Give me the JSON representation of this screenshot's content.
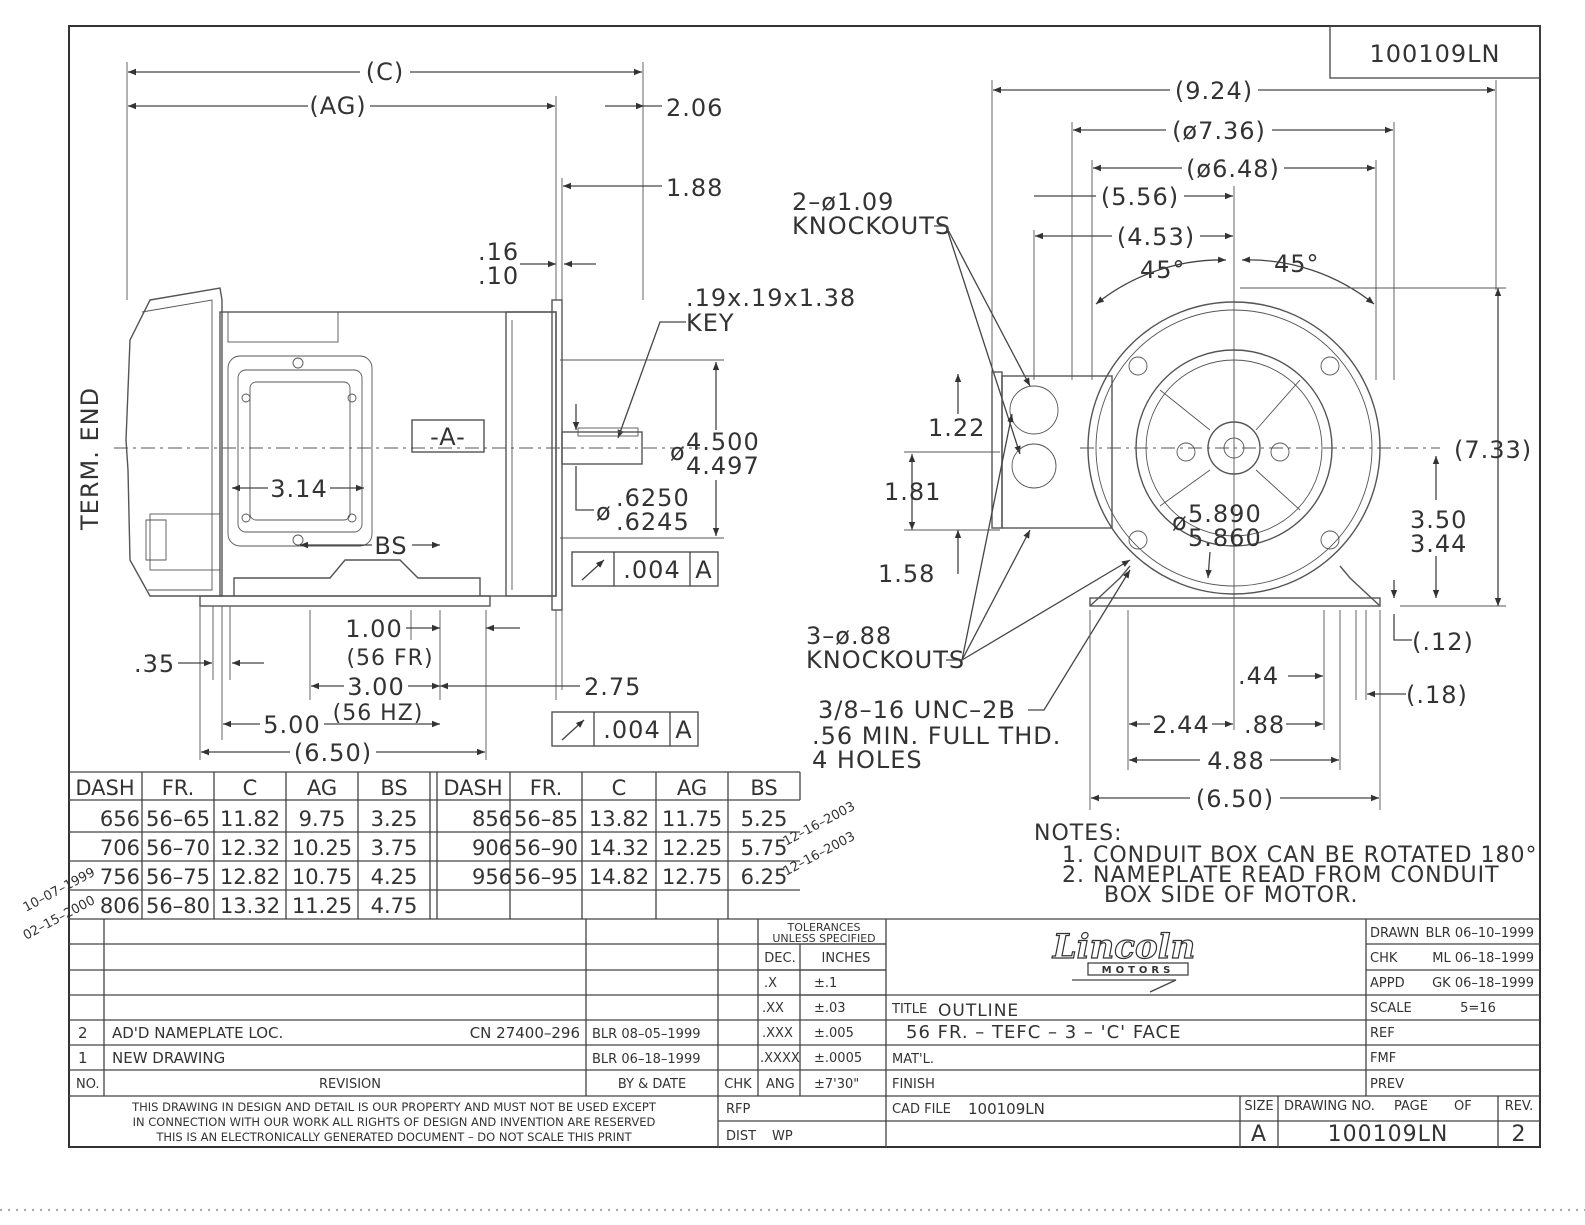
{
  "drawing_number_box": "100109LN",
  "side_view": {
    "dims": {
      "c": "(C)",
      "ag": "(AG)",
      "d206": "2.06",
      "d188": "1.88",
      "d16": ".16",
      "d10": ".10",
      "key1": ".19x.19x1.38",
      "key2": "KEY",
      "term_end": "TERM. END",
      "datum_a": "-A-",
      "d314": "3.14",
      "bs": "BS",
      "dia4500_prefix": "ø",
      "dia4500a": "4.500",
      "dia4500b": "4.497",
      "dia6250_prefix": "ø",
      "dia6250a": ".6250",
      "dia6250b": ".6245",
      "runout": ".004",
      "runout_datum": "A",
      "d100": "1.00",
      "fr56": "(56 FR)",
      "d300": "3.00",
      "hz56": "(56 HZ)",
      "d35": ".35",
      "d500": "5.00",
      "d650": "(6.50)",
      "d275": "2.75",
      "runout2": ".004",
      "runout2_datum": "A"
    }
  },
  "end_view": {
    "dims": {
      "d924": "(9.24)",
      "d736": "(ø7.36)",
      "d648": "(ø6.48)",
      "d556": "(5.56)",
      "d453": "(4.53)",
      "ko1a": "2–ø1.09",
      "ko1b": "KNOCKOUTS",
      "ang1": "45°",
      "ang2": "45°",
      "d122": "1.22",
      "d181": "1.81",
      "d158": "1.58",
      "d733": "(7.33)",
      "dia5890_prefix": "ø",
      "dia5890a": "5.890",
      "dia5860b": "5.860",
      "d350": "3.50",
      "d344": "3.44",
      "ko2a": "3–ø.88",
      "ko2b": "KNOCKOUTS",
      "d12": "(.12)",
      "d44": ".44",
      "d18": "(.18)",
      "thd1": "3/8–16 UNC–2B",
      "thd2": ".56 MIN. FULL THD.",
      "thd3": "4 HOLES",
      "d244": "2.44",
      "d88": ".88",
      "d488": "4.88",
      "d650": "(6.50)"
    }
  },
  "notes": {
    "heading": "NOTES:",
    "items": [
      "1.  CONDUIT BOX CAN BE ROTATED 180°",
      "2.  NAMEPLATE READ FROM CONDUIT",
      "BOX SIDE OF MOTOR."
    ]
  },
  "dash_table": {
    "headers": [
      "DASH",
      "FR.",
      "C",
      "AG",
      "BS",
      "DASH",
      "FR.",
      "C",
      "AG",
      "BS"
    ],
    "rows": [
      [
        "656",
        "56–65",
        "11.82",
        "9.75",
        "3.25",
        "856",
        "56–85",
        "13.82",
        "11.75",
        "5.25"
      ],
      [
        "706",
        "56–70",
        "12.32",
        "10.25",
        "3.75",
        "906",
        "56–90",
        "14.32",
        "12.25",
        "5.75"
      ],
      [
        "756",
        "56–75",
        "12.82",
        "10.75",
        "4.25",
        "956",
        "56–95",
        "14.82",
        "12.75",
        "6.25"
      ],
      [
        "806",
        "56–80",
        "13.32",
        "11.25",
        "4.75",
        "",
        "",
        "",
        "",
        ""
      ]
    ],
    "stamps": [
      "12–16–2003",
      "12–16–2003",
      "10–07–1999",
      "02–15–2000"
    ]
  },
  "revisions": {
    "rows": [
      {
        "no": "2",
        "text": "AD'D NAMEPLATE LOC.",
        "cn": "CN 27400–296",
        "by": "BLR  08–05–1999"
      },
      {
        "no": "1",
        "text": "NEW DRAWING",
        "cn": "",
        "by": "BLR  06–18–1999"
      }
    ],
    "header": {
      "no": "NO.",
      "revision": "REVISION",
      "by_date": "BY & DATE",
      "chk": "CHK"
    },
    "disclaimer": [
      "THIS DRAWING IN DESIGN AND DETAIL IS OUR PROPERTY AND MUST NOT BE USED EXCEPT",
      "IN CONNECTION WITH OUR WORK ALL RIGHTS OF DESIGN AND INVENTION ARE RESERVED",
      "THIS IS AN ELECTRONICALLY GENERATED DOCUMENT – DO NOT SCALE THIS PRINT"
    ]
  },
  "tolerances": {
    "title1": "TOLERANCES",
    "title2": "UNLESS SPECIFIED",
    "col1": "DEC.",
    "col2": "INCHES",
    "rows": [
      [
        ".X",
        "±.1"
      ],
      [
        ".XX",
        "±.03"
      ],
      [
        ".XXX",
        "±.005"
      ],
      [
        ".XXXX",
        "±.0005"
      ],
      [
        "ANG",
        "±7'30\""
      ]
    ],
    "rfp": "RFP",
    "dist": "DIST",
    "dist_val": "WP"
  },
  "title_block": {
    "logo": "Lincoln",
    "logo_sub": "MOTORS",
    "title_label": "TITLE",
    "title1": "OUTLINE",
    "title2": "56 FR.  –  TEFC  –  3  –  'C' FACE",
    "matl": "MAT'L.",
    "finish": "FINISH",
    "cad_file_label": "CAD FILE",
    "cad_file": "100109LN",
    "size_label": "SIZE",
    "size": "A",
    "dwg_no_label": "DRAWING NO.",
    "page_label": "PAGE",
    "of_label": "OF",
    "dwg_no": "100109LN",
    "rev_label": "REV.",
    "rev": "2"
  },
  "approvals": [
    {
      "label": "DRAWN",
      "value": "BLR  06–10–1999"
    },
    {
      "label": "CHK",
      "value": "ML   06–18–1999"
    },
    {
      "label": "APPD",
      "value": "GK   06–18–1999"
    },
    {
      "label": "SCALE",
      "value": "5=16"
    },
    {
      "label": "REF",
      "value": ""
    },
    {
      "label": "FMF",
      "value": ""
    },
    {
      "label": "PREV",
      "value": ""
    }
  ]
}
